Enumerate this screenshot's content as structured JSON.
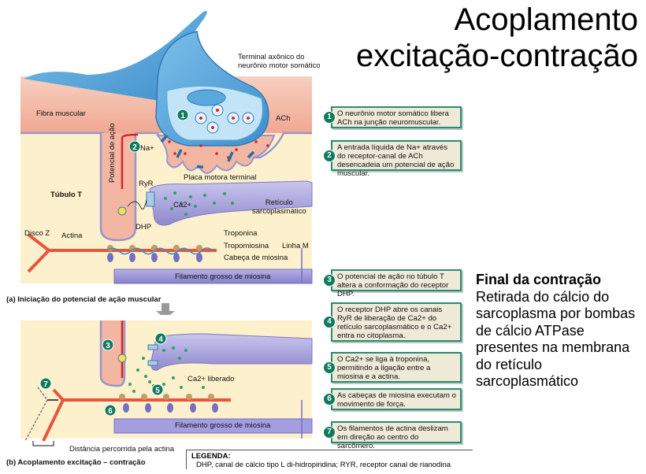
{
  "title": {
    "line1": "Acoplamento",
    "line2": "excitação-contração"
  },
  "panel_a": {
    "caption": "(a) Iniciação do potencial de ação muscular",
    "labels": {
      "axon_terminal_line1": "Terminal axônico do",
      "axon_terminal_line2": "neurônio motor somático",
      "muscle_fiber": "Fibra muscular",
      "ach": "ACh",
      "action_potential": "Potencial de ação",
      "na": "Na+",
      "motor_end_plate": "Placa motora terminal",
      "t_tubule": "Túbulo T",
      "ryr": "RyR",
      "ca": "Ca2+",
      "sr_line1": "Retículo",
      "sr_line2": "sarcoplasmático",
      "dhp": "DHP",
      "z_disc": "Disco Z",
      "actin": "Actina",
      "troponin": "Troponina",
      "tropomyosin": "Tropomiosina",
      "m_line": "Linha M",
      "myosin_head": "Cabeça de miosina",
      "thick_filament": "Filamento grosso de miosina"
    }
  },
  "panel_b": {
    "caption": "(b) Acoplamento excitação – contração",
    "labels": {
      "ca_released": "Ca2+ liberado",
      "thick_filament": "Filamento grosso de miosina",
      "distance": "Distância percorrida pela actina"
    }
  },
  "steps": [
    {
      "num": "1",
      "text": "O neurônio motor somático libera ACh na junção neuromuscular."
    },
    {
      "num": "2",
      "text": "A entrada líquida de Na+ através do receptor-canal de ACh desencadeia um potencial de ação muscular."
    },
    {
      "num": "3",
      "text": "O potencial de ação no túbulo T altera a conformação do receptor DHP."
    },
    {
      "num": "4",
      "text": "O receptor DHP abre os canais RyR de liberação de Ca2+ do retículo sarcoplasmático e o Ca2+ entra no citoplasma."
    },
    {
      "num": "5",
      "text": "O Ca2+ se liga à troponina, permitindo a ligação entre a miosina e a actina."
    },
    {
      "num": "6",
      "text": "As cabeças de miosina executam o movimento de força."
    },
    {
      "num": "7",
      "text": "Os filamentos de actina deslizam em direção ao centro do sarcômero."
    }
  ],
  "final": {
    "title": "Final da contração",
    "body": "Retirada do cálcio do sarcoplasma por bombas de cálcio ATPase presentes na membrana do retículo sarcoplasmático"
  },
  "legend": {
    "title": "LEGENDA:",
    "body": "DHP, canal de cálcio tipo L di-hidropiridina;  RYR, receptor canal de rianodina"
  },
  "colors": {
    "step_green": "#0f7a5c",
    "box_border": "#2c8a72",
    "box_fill": "#efe9d8",
    "muscle_pink": "#f2b9a6",
    "cytoplasm": "#fdf0cc",
    "neuron_blue": "#5aa9dc",
    "sr_purple": "#9c97d3",
    "actin_red": "#e8553c"
  }
}
